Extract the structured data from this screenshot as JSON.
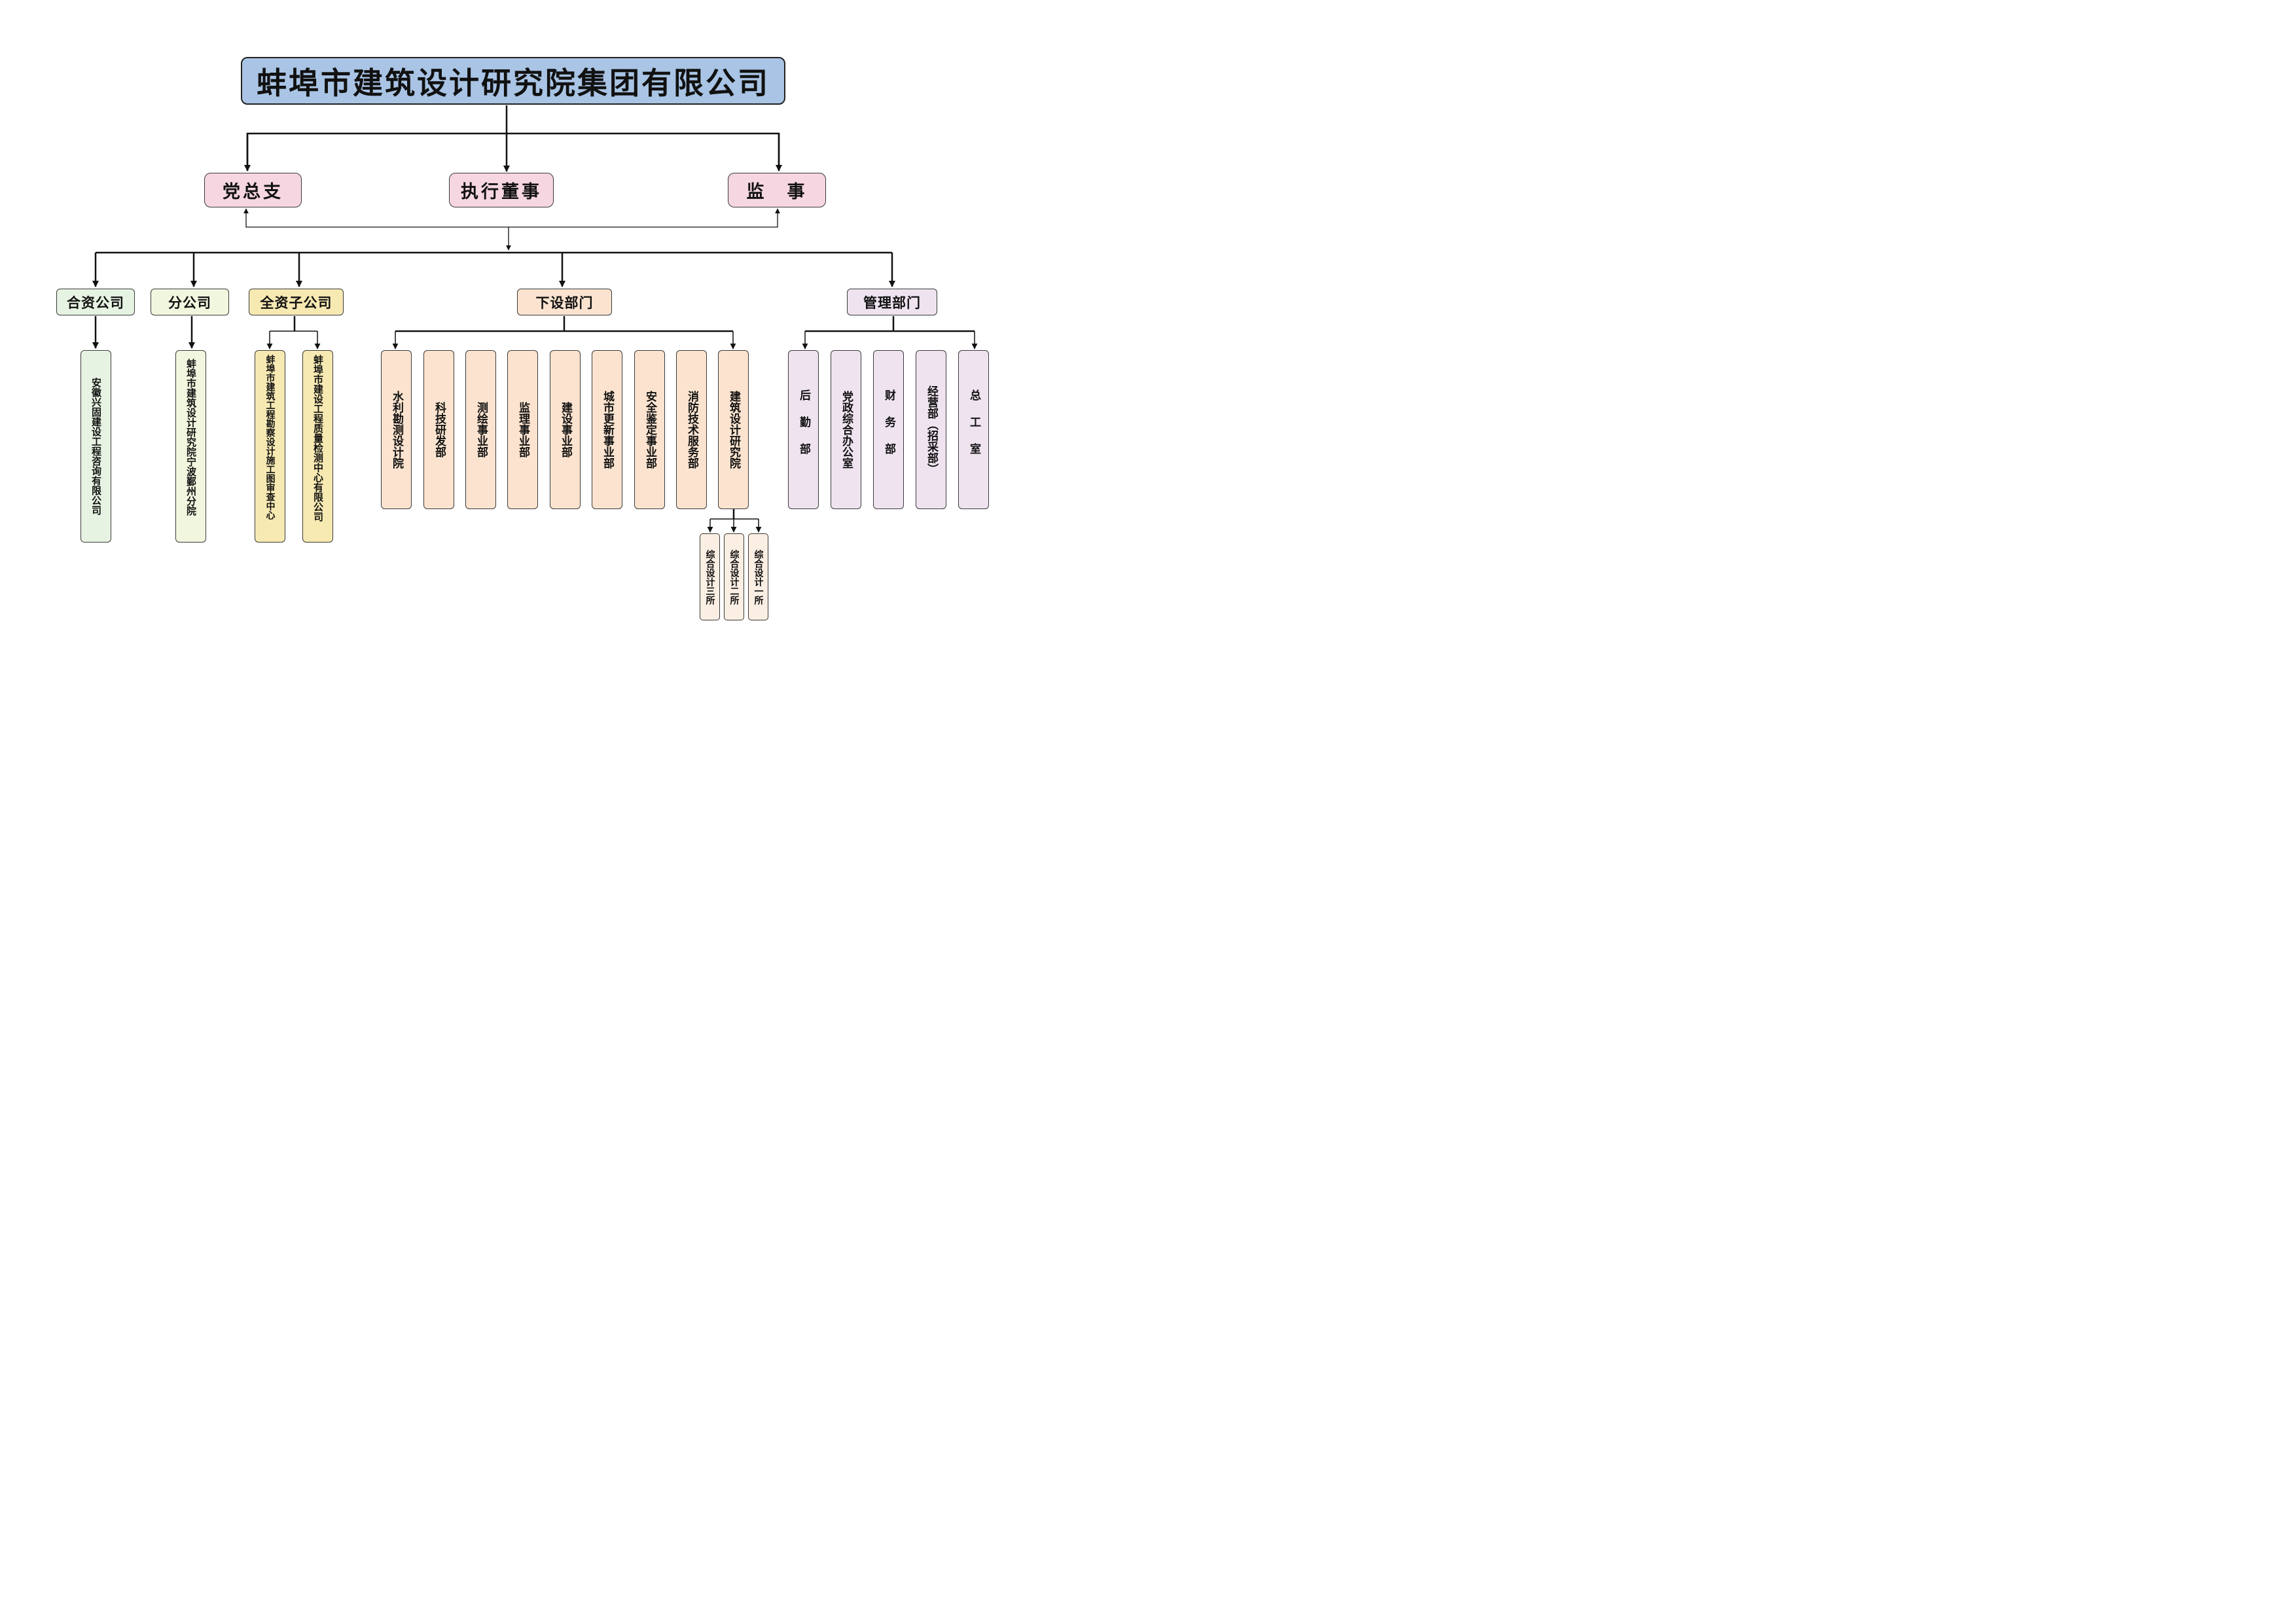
{
  "title": "蚌埠市建筑设计研究院集团有限公司",
  "level1": [
    {
      "label": "党总支"
    },
    {
      "label": "执行董事"
    },
    {
      "label": "监　事"
    }
  ],
  "categories": [
    {
      "label": "合资公司",
      "color": "#e6f3e2",
      "children": [
        {
          "label": "安徽兴固建设工程咨询有限公司"
        }
      ]
    },
    {
      "label": "分公司",
      "color": "#f1f6de",
      "children": [
        {
          "label": "蚌埠市建筑设计研究院宁波鄞州分院"
        }
      ]
    },
    {
      "label": "全资子公司",
      "color": "#f7e9b2",
      "children": [
        {
          "label": "蚌埠市建筑工程勘察设计施工图审查中心"
        },
        {
          "label": "蚌埠市建设工程质量检测中心有限公司"
        }
      ]
    },
    {
      "label": "下设部门",
      "color": "#fbe3cf",
      "children": [
        {
          "label": "水利勘测设计院"
        },
        {
          "label": "科技研发部"
        },
        {
          "label": "测绘事业部"
        },
        {
          "label": "监理事业部"
        },
        {
          "label": "建设事业部"
        },
        {
          "label": "城市更新事业部"
        },
        {
          "label": "安全鉴定事业部"
        },
        {
          "label": "消防技术服务部"
        },
        {
          "label": "建筑设计研究院"
        }
      ]
    },
    {
      "label": "管理部门",
      "color": "#efe3f0",
      "children": [
        {
          "label": "后勤部"
        },
        {
          "label": "党政综合办公室"
        },
        {
          "label": "财务部"
        },
        {
          "label": "经营部（招采部）"
        },
        {
          "label": "总工室"
        }
      ]
    }
  ],
  "sub_institutes": [
    {
      "label": "综合设计三所"
    },
    {
      "label": "综合设计二所"
    },
    {
      "label": "综合设计一所"
    }
  ],
  "colors": {
    "title_fill": "#a9c4e4",
    "level1_fill": "#f5d6e1",
    "sub_fill": "#fbeee3",
    "line": "#111111"
  }
}
